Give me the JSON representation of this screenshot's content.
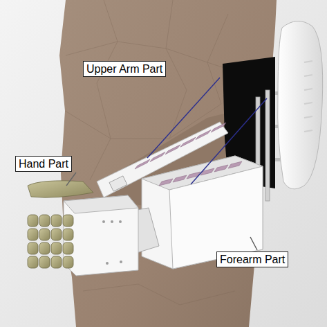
{
  "diagram": {
    "labels": [
      "Upper Arm Part",
      "Hand Part",
      "Forearm Part"
    ]
  }
}
